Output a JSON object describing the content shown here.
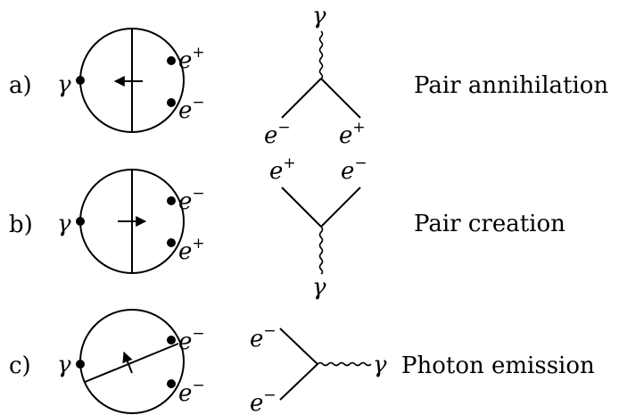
{
  "rows": [
    {
      "letter": "a)",
      "description": "Pair annihilation",
      "circle": {
        "left_label": "γ",
        "right_top": {
          "base": "e",
          "sup": "+"
        },
        "right_bottom": {
          "base": "e",
          "sup": "−"
        }
      },
      "feynman": {
        "top": "γ",
        "bottom_left": {
          "base": "e",
          "sup": "−"
        },
        "bottom_right": {
          "base": "e",
          "sup": "+"
        }
      }
    },
    {
      "letter": "b)",
      "description": "Pair creation",
      "circle": {
        "left_label": "γ",
        "right_top": {
          "base": "e",
          "sup": "−"
        },
        "right_bottom": {
          "base": "e",
          "sup": "+"
        }
      },
      "feynman": {
        "top_left": {
          "base": "e",
          "sup": "+"
        },
        "top_right": {
          "base": "e",
          "sup": "−"
        },
        "bottom": "γ"
      }
    },
    {
      "letter": "c)",
      "description": "Photon emission",
      "circle": {
        "left_label": "γ",
        "right_top": {
          "base": "e",
          "sup": "−"
        },
        "right_bottom": {
          "base": "e",
          "sup": "−"
        }
      },
      "feynman": {
        "top_left": {
          "base": "e",
          "sup": "−"
        },
        "bottom_left": {
          "base": "e",
          "sup": "−"
        },
        "right": "γ"
      }
    }
  ]
}
